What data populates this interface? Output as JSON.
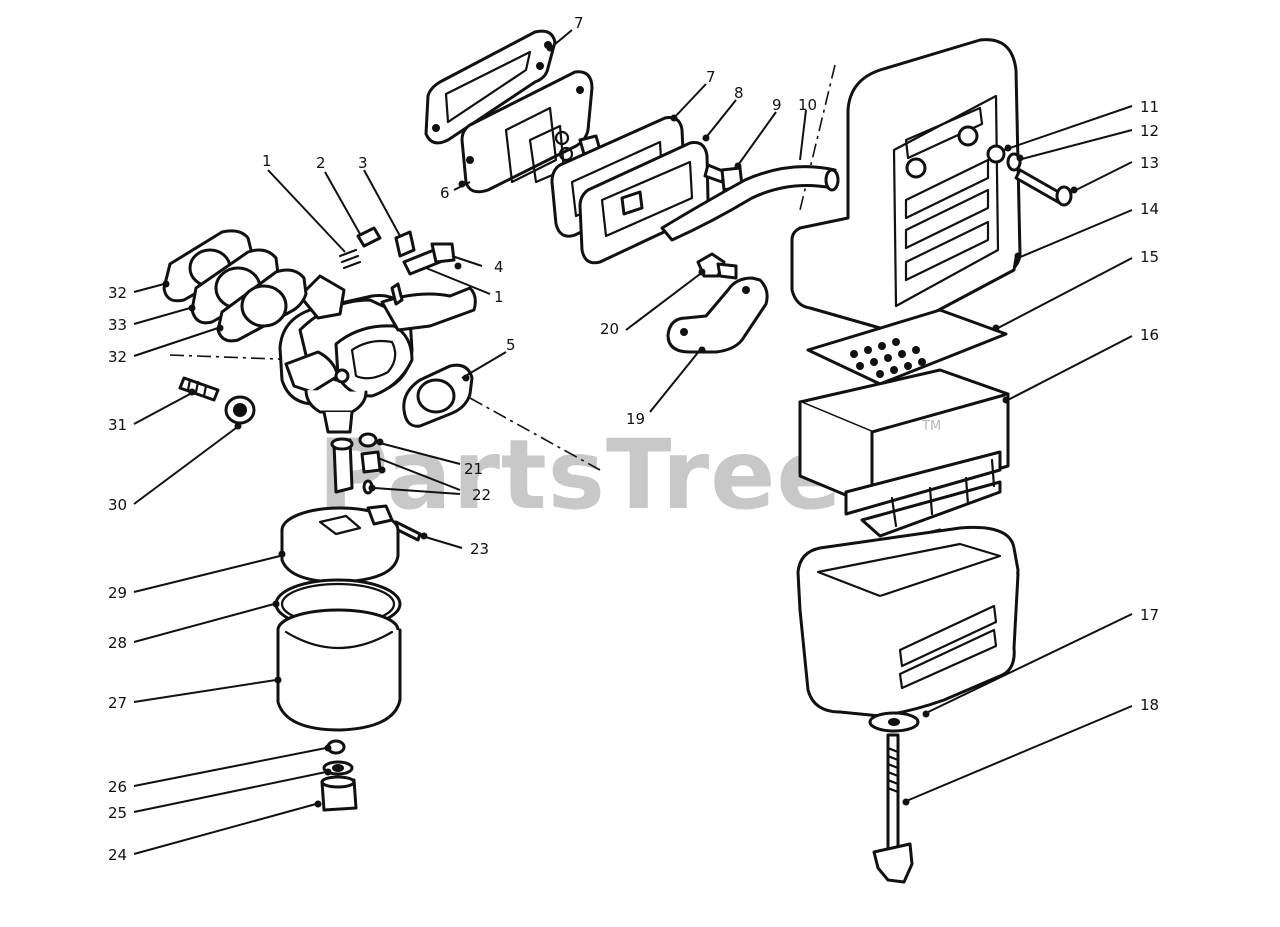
{
  "watermark": {
    "text": "PartsTree",
    "tm": "TM"
  },
  "callouts": {
    "c1a": "1",
    "c1b": "1",
    "c2": "2",
    "c3": "3",
    "c4": "4",
    "c5": "5",
    "c6": "6",
    "c7a": "7",
    "c7b": "7",
    "c8": "8",
    "c9": "9",
    "c10": "10",
    "c11": "11",
    "c12": "12",
    "c13": "13",
    "c14": "14",
    "c15": "15",
    "c16": "16",
    "c17": "17",
    "c18": "18",
    "c19": "19",
    "c20": "20",
    "c21": "21",
    "c22": "22",
    "c23": "23",
    "c24": "24",
    "c25": "25",
    "c26": "26",
    "c27": "27",
    "c28": "28",
    "c29": "29",
    "c30": "30",
    "c31": "31",
    "c32a": "32",
    "c32b": "32",
    "c33": "33"
  }
}
